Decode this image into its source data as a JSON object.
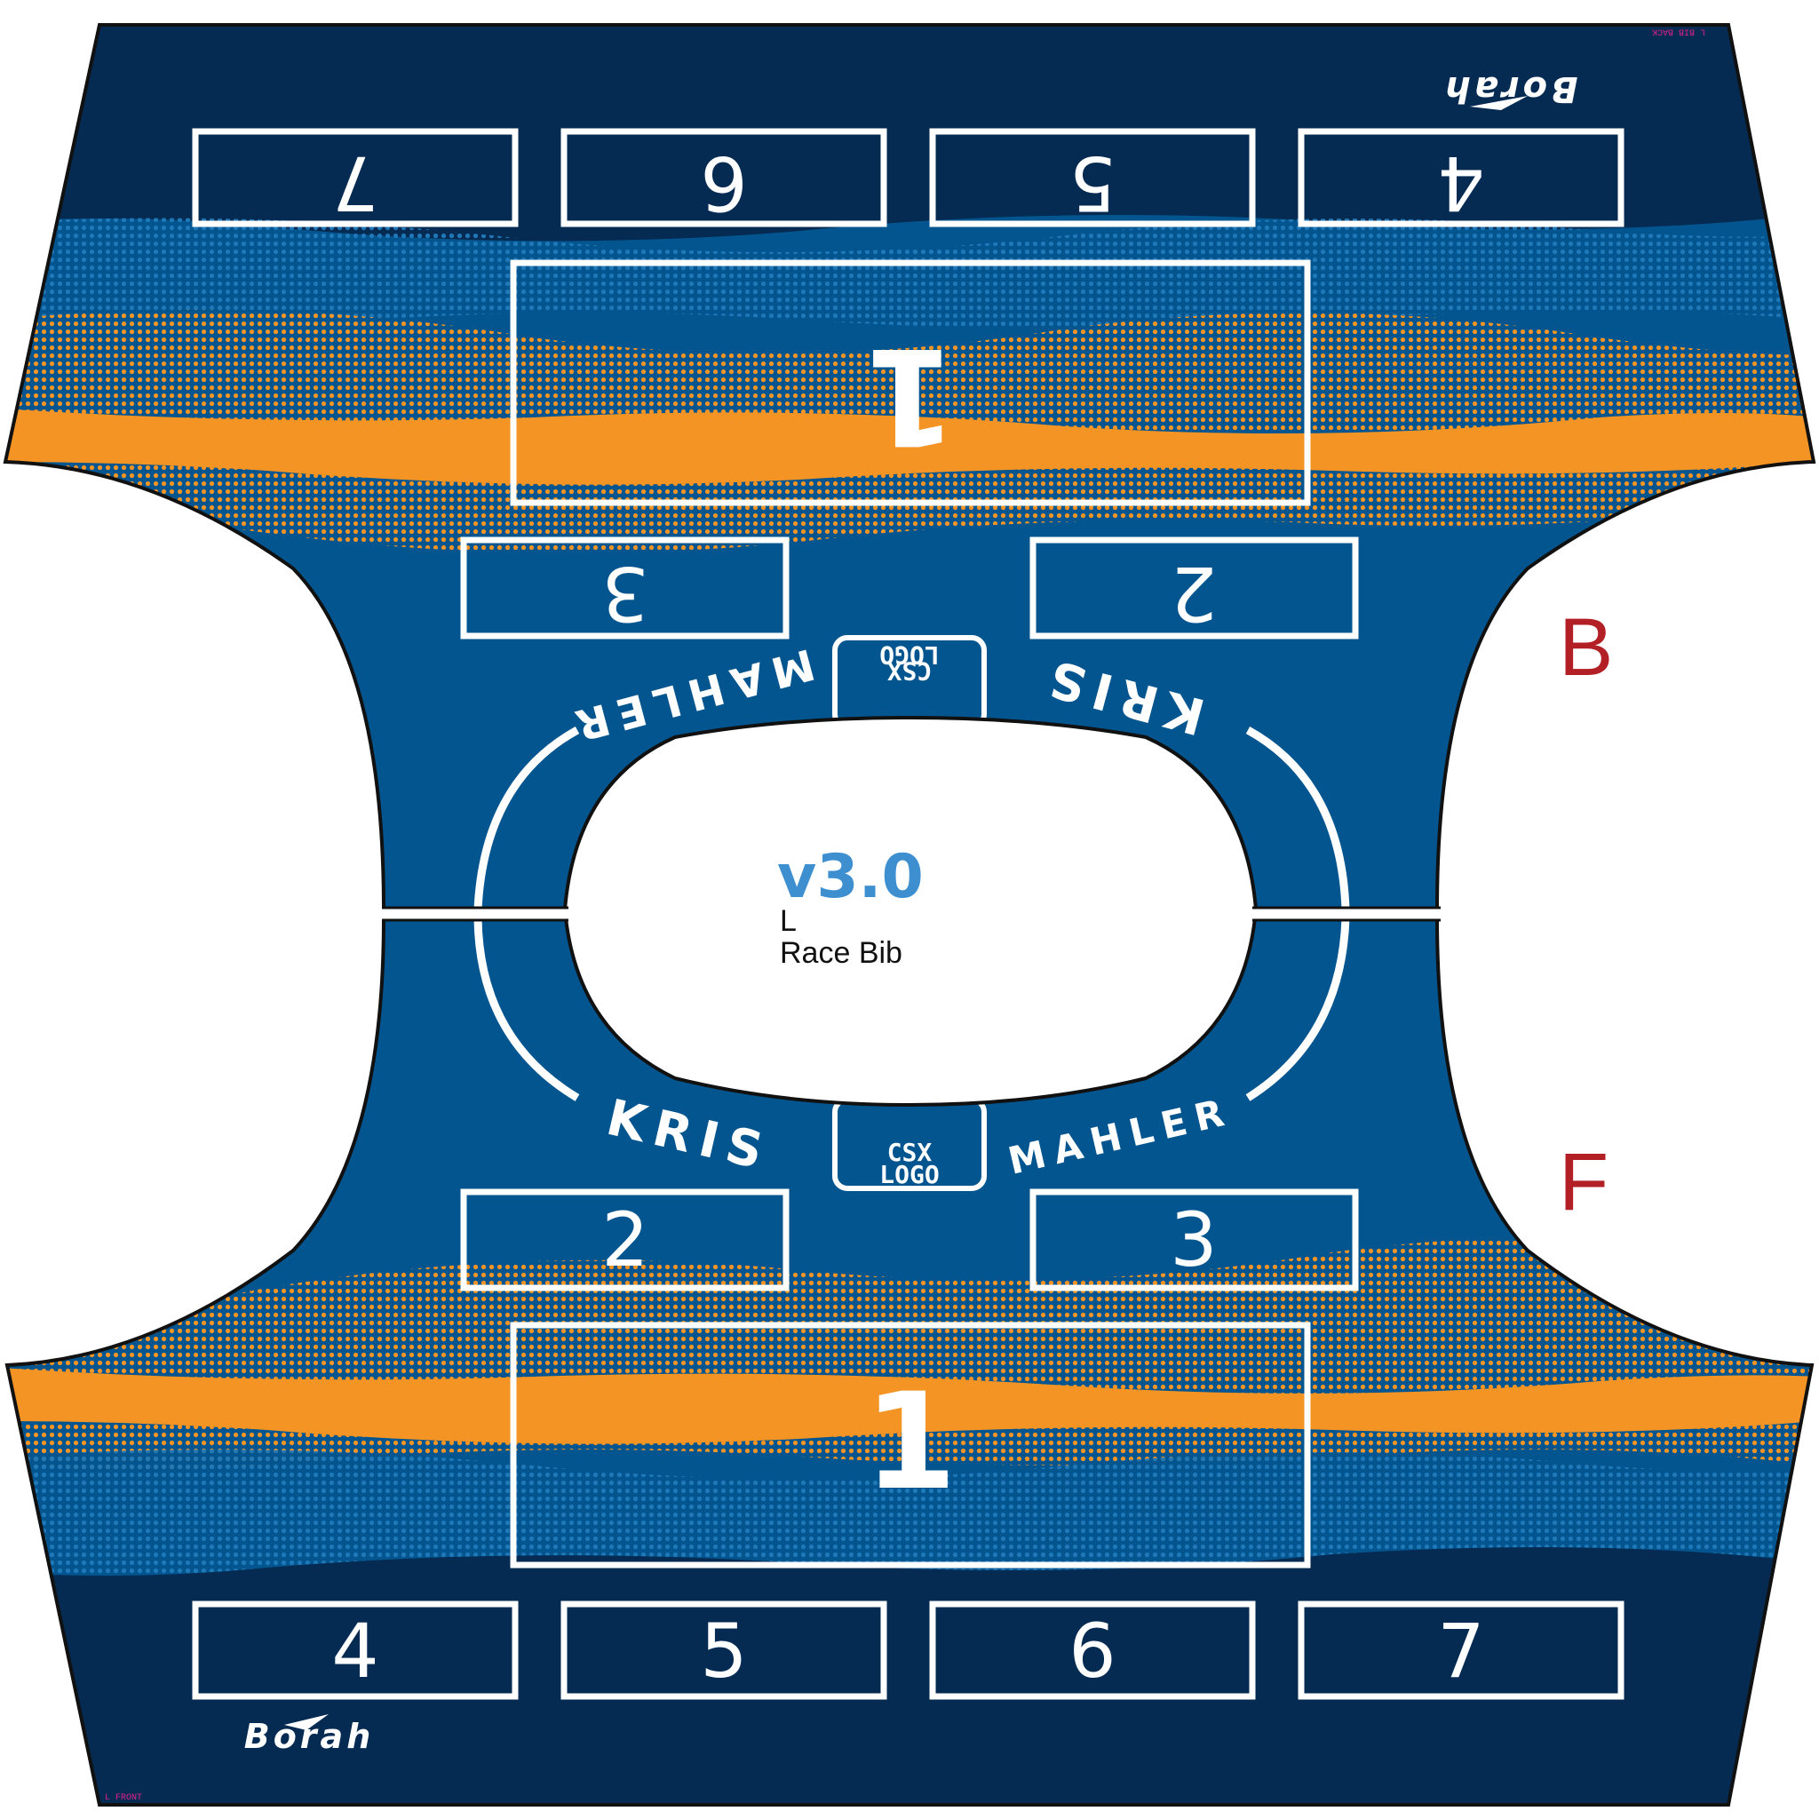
{
  "colors": {
    "navy": "#062b53",
    "royal": "#03558f",
    "orange": "#f39424",
    "white": "#ffffff",
    "side_label": "#b21f24",
    "version": "#3d8fd0"
  },
  "panel_back": {
    "small_numbers": [
      "7",
      "6",
      "5",
      "4"
    ],
    "big_number": "1",
    "mid_numbers": [
      "3",
      "2"
    ],
    "name_first": "KRIS",
    "name_last": "MAHLER",
    "logo_line1": "CSX",
    "logo_line2": "LOGO",
    "brand": "Borah",
    "tag": "L BIB BACK"
  },
  "panel_front": {
    "small_numbers": [
      "4",
      "5",
      "6",
      "7"
    ],
    "big_number": "1",
    "mid_numbers": [
      "2",
      "3"
    ],
    "name_first": "KRIS",
    "name_last": "MAHLER",
    "logo_line1": "CSX",
    "logo_line2": "LOGO",
    "brand": "Borah",
    "tag": "L FRONT"
  },
  "side_labels": {
    "back": "B",
    "front": "F"
  },
  "center": {
    "version": "v3.0",
    "size": "L",
    "product": "Race Bib"
  }
}
